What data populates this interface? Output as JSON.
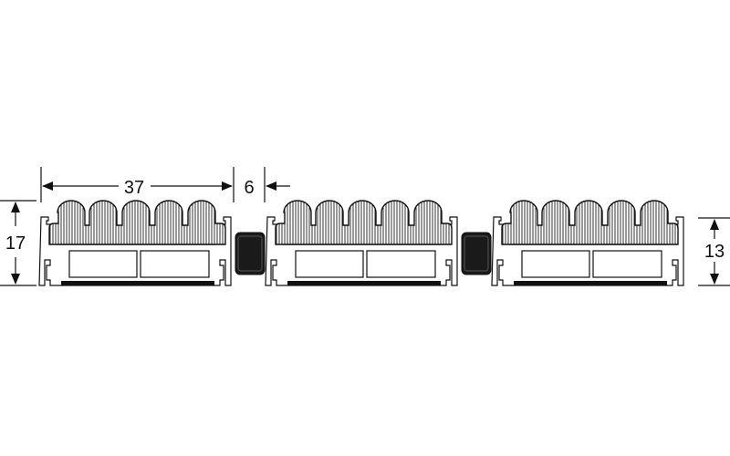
{
  "dimensions": {
    "width_profile": "37",
    "gap_spacer": "6",
    "height_total": "17",
    "height_base": "13"
  },
  "profile_count": 3,
  "spacer_count": 2,
  "colors": {
    "line": "#111111",
    "fill": "#ffffff",
    "spacer": "#1a1a1a"
  }
}
